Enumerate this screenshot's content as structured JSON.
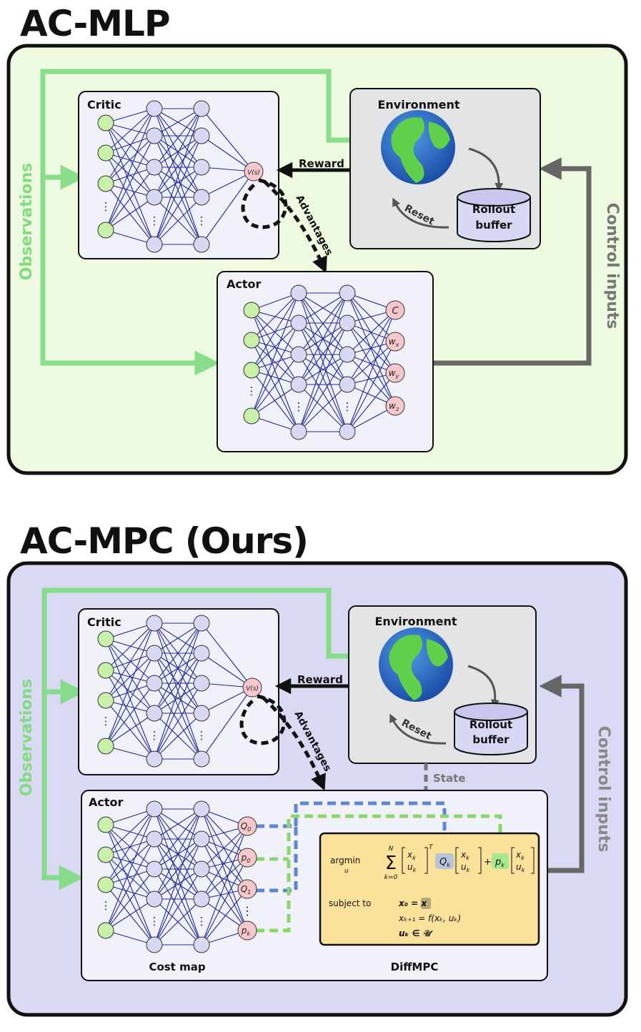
{
  "mlp": {
    "title": "AC-MLP",
    "critic_label": "Critic",
    "actor_label": "Actor",
    "environment_label": "Environment",
    "reward_label": "Reward",
    "advantages_label": "Advantages",
    "observations_label": "Observations",
    "control_label": "Control inputs",
    "reset_label": "Reset",
    "buffer_line1": "Rollout",
    "buffer_line2": "buffer",
    "value_node": "V(s)",
    "out_c": "C",
    "out_wx": "w",
    "out_wx_sub": "x",
    "out_wy": "w",
    "out_wy_sub": "y",
    "out_wz": "w",
    "out_wz_sub": "z"
  },
  "mpc": {
    "title": "AC-MPC (Ours)",
    "critic_label": "Critic",
    "actor_label": "Actor",
    "environment_label": "Environment",
    "reward_label": "Reward",
    "advantages_label": "Advantages",
    "observations_label": "Observations",
    "control_label": "Control inputs",
    "reset_label": "Reset",
    "buffer_line1": "Rollout",
    "buffer_line2": "buffer",
    "state_label": "State",
    "value_node": "V(s)",
    "q0": "Q",
    "q0_sub": "0",
    "p0": "p",
    "p0_sub": "0",
    "q1": "Q",
    "q1_sub": "1",
    "pk": "p",
    "pk_sub": "k",
    "cost_map_label": "Cost map",
    "diffmpc_label": "DiffMPC",
    "argmin": "argmin",
    "argmin_sub": "u",
    "sum_top": "N",
    "sum_bottom": "k=0",
    "sum_symbol": "Σ",
    "transpose": "T",
    "xk": "x",
    "xk_sub": "k",
    "uk": "u",
    "uk_sub": "k",
    "qk": "Q",
    "qk_sub": "k",
    "plus": "+",
    "pk_formula": "p",
    "pk_formula_sub": "k",
    "subject_to": "subject to",
    "constraint1": "x₀ = x",
    "constraint2": "xₖ₊₁ = f(xₖ, uₖ)",
    "constraint3": "uₖ ∈ 𝒰"
  },
  "colors": {
    "mlp_bg": "#eefadf",
    "mpc_bg": "#d9d9f3",
    "panel_bg": "#f1f1f9",
    "env_bg": "#e3e4e6",
    "green_arrow": "#80dc80",
    "gray_arrow": "#666666",
    "input_node": "#c8f0a8",
    "hidden_node": "#d8d8f4",
    "output_node": "#f6c8cc",
    "edge": "#1f2a9c",
    "mpc_box": "#fbe29a",
    "blue_dash": "#5b86d6",
    "green_dash": "#8ad66d"
  }
}
